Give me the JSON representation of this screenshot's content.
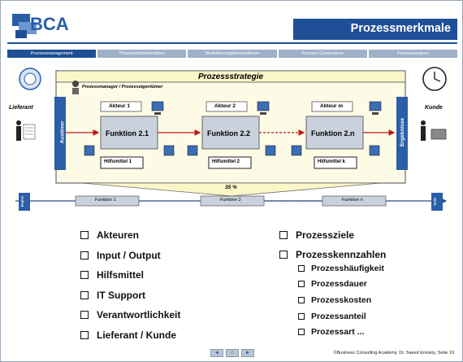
{
  "header": {
    "logo_text": "BCA",
    "title": "Prozessmerkmale"
  },
  "tabs": [
    {
      "label": "Prozessmanagement",
      "active": true
    },
    {
      "label": "Prozessdokumentation",
      "active": false
    },
    {
      "label": "Modellierungskonventionen",
      "active": false
    },
    {
      "label": "Process Governance",
      "active": false
    },
    {
      "label": "Prozessanalyse",
      "active": false
    }
  ],
  "diagram": {
    "banner": "Prozessstrategie",
    "manager_label": "Prozessmanager / Prozesseigentümer",
    "supplier": "Lieferant",
    "customer": "Kunde",
    "trigger": "Auslöser",
    "results": "Ergebnisse",
    "actors": [
      "Akteur 1",
      "Akteur 2",
      "Akteur m"
    ],
    "functions": [
      "Funktion 2.1",
      "Funktion 2.2",
      "Funktion 2.n"
    ],
    "tools": [
      "Hilfsmittel 1",
      "Hilfsmittel 2",
      "Hilfsmittel k"
    ],
    "percent": "35 %",
    "lower_functions": [
      "Funktion 1",
      "Funktion 2",
      "Funktion n"
    ],
    "begin_label": "Beginn",
    "end_label": "Ende"
  },
  "features_left": [
    "Akteuren",
    "Input / Output",
    "Hilfsmittel",
    "IT Support",
    "Verantwortlichkeit",
    "Lieferant / Kunde"
  ],
  "features_right": [
    "Prozessziele",
    "Prozesskennzahlen"
  ],
  "kpis": [
    "Prozesshäufigkeit",
    "Prozessdauer",
    "Prozesskosten",
    "Prozessanteil",
    "Prozessart ..."
  ],
  "footer": {
    "prev": "◄",
    "home": "⌂",
    "next": "►",
    "copyright": "©Business Consulting Academy, Dr. Saeed Emrany, Seite 19"
  },
  "colors": {
    "brand_blue": "#1f4f96",
    "tab_inactive": "#9fb0c9",
    "banner_yellow": "#fbf6c8",
    "function_gray": "#c9d2dc"
  }
}
